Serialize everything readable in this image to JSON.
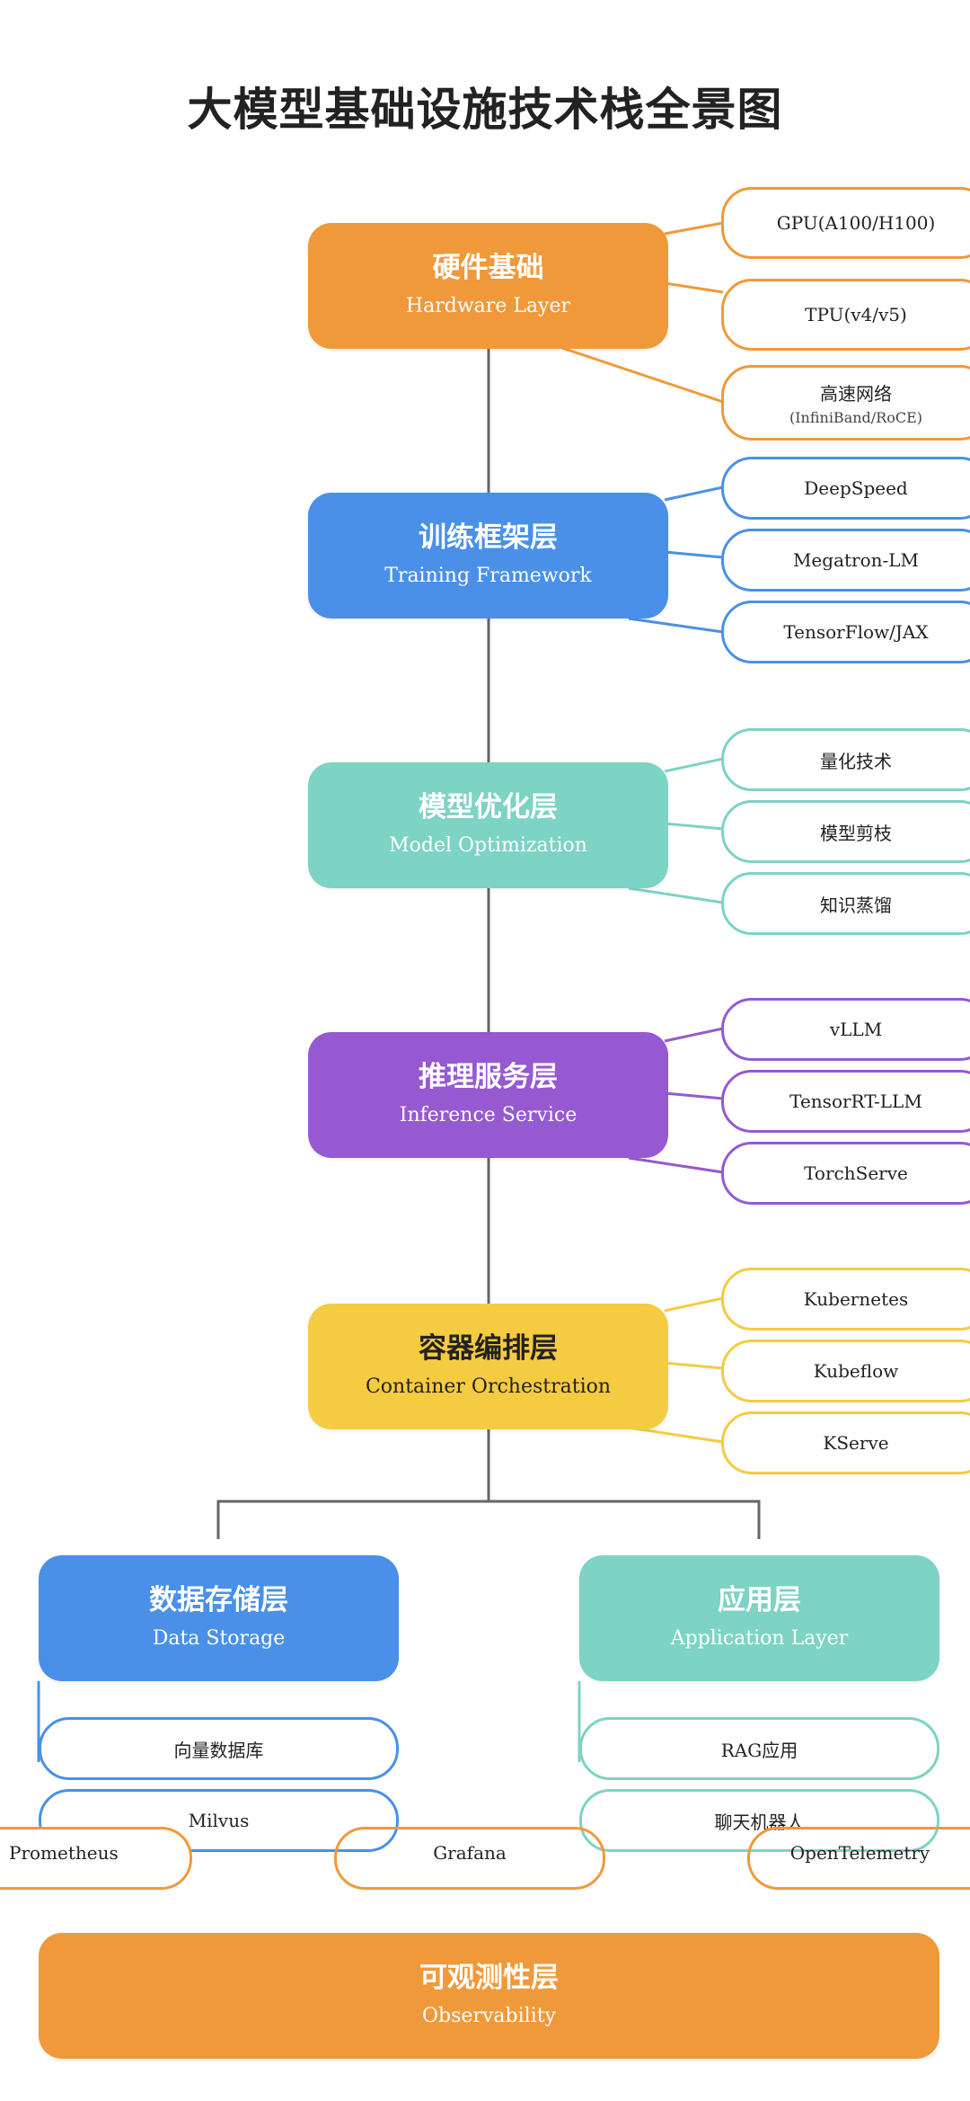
{
  "title": "大模型基础设施技术栈全景图",
  "colors": {
    "hardware": "#F0993A",
    "training": "#4A90E8",
    "optimization": "#7DD3C4",
    "inference": "#9659D1",
    "container": "#F5CB42",
    "storage": "#4A90E8",
    "application": "#7DD3C4",
    "observability": "#F0993A",
    "trunk_line": "#666666"
  },
  "layers": {
    "hardware": {
      "zh": "硬件基础",
      "en": "Hardware Layer",
      "items": [
        {
          "label": "GPU(A100/H100)"
        },
        {
          "label": "TPU(v4/v5)"
        },
        {
          "label": "高速网络",
          "sub": "(InfiniBand/RoCE)"
        }
      ]
    },
    "training": {
      "zh": "训练框架层",
      "en": "Training Framework",
      "items": [
        {
          "label": "DeepSpeed"
        },
        {
          "label": "Megatron-LM"
        },
        {
          "label": "TensorFlow/JAX"
        }
      ]
    },
    "optimization": {
      "zh": "模型优化层",
      "en": "Model Optimization",
      "items": [
        {
          "label": "量化技术"
        },
        {
          "label": "模型剪枝"
        },
        {
          "label": "知识蒸馏"
        }
      ]
    },
    "inference": {
      "zh": "推理服务层",
      "en": "Inference Service",
      "items": [
        {
          "label": "vLLM"
        },
        {
          "label": "TensorRT-LLM"
        },
        {
          "label": "TorchServe"
        }
      ]
    },
    "container": {
      "zh": "容器编排层",
      "en": "Container Orchestration",
      "items": [
        {
          "label": "Kubernetes"
        },
        {
          "label": "Kubeflow"
        },
        {
          "label": "KServe"
        }
      ]
    },
    "storage": {
      "zh": "数据存储层",
      "en": "Data Storage",
      "items": [
        {
          "label": "向量数据库"
        },
        {
          "label": "Milvus"
        }
      ]
    },
    "application": {
      "zh": "应用层",
      "en": "Application Layer",
      "items": [
        {
          "label": "RAG应用"
        },
        {
          "label": "聊天机器人"
        }
      ]
    },
    "observability": {
      "zh": "可观测性层",
      "en": "Observability",
      "items": [
        {
          "label": "Prometheus"
        },
        {
          "label": "Grafana"
        },
        {
          "label": "OpenTelemetry"
        }
      ]
    }
  }
}
